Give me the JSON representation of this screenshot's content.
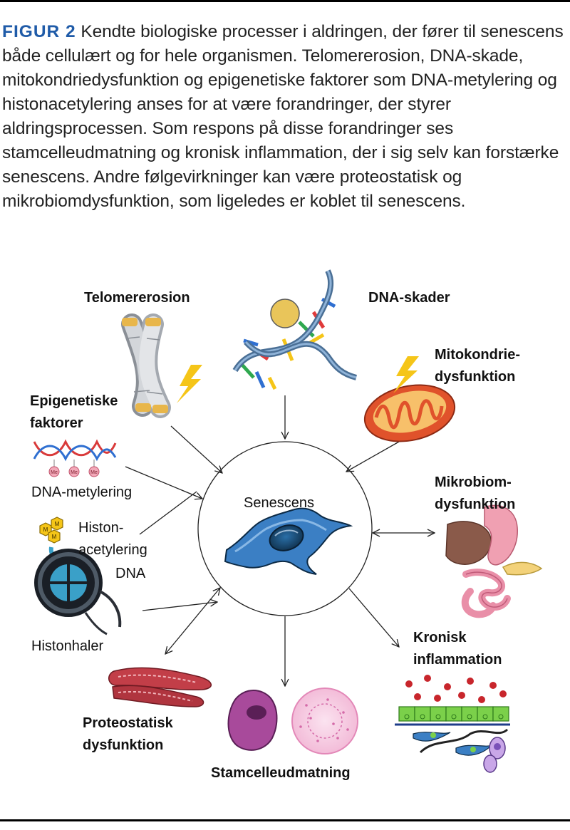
{
  "figure": {
    "label": "FIGUR 2",
    "caption": "Kendte biologiske processer i aldringen, der fører til senescens både cellulært og for hele organismen. Telomererosion, DNA-skade, mitokondriedysfunktion og epigenetiske faktorer som DNA-metylering og histonacetylering anses for at være forandringer, der styrer aldringsprocessen. Som respons på disse forandringer ses stamcelleudmatning og kronisk inflammation, der i sig selv kan forstærke senescens. Andre følgevirkninger kan være proteostatisk og mikrobiomdysfunktion, som ligeledes er koblet til senescens."
  },
  "diagram": {
    "center": "Senescens",
    "telomer": "Telomererosion",
    "dna_skader": "DNA-skader",
    "mito": "Mitokondrie-\ndysfunktion",
    "epi": "Epigenetiske\nfaktorer",
    "dna_metyl": "DNA-metylering",
    "histon_acet": "Histon-\nacetylering",
    "dna": "DNA",
    "histonhaler": "Histonhaler",
    "mikrobiom": "Mikrobiom-\ndysfunktion",
    "kronisk": "Kronisk\ninflammation",
    "proteo": "Proteostatisk\ndysfunktion",
    "stamcelle": "Stamcelleudmatning",
    "me_tag": "Me",
    "m_tag": "M"
  },
  "colors": {
    "figure_label": "#1f5ba8",
    "lightning": "#f5c518",
    "cell": "#3b7fc4",
    "mitochondria": "#e0522b",
    "stem_cell": "#a84a9b"
  }
}
